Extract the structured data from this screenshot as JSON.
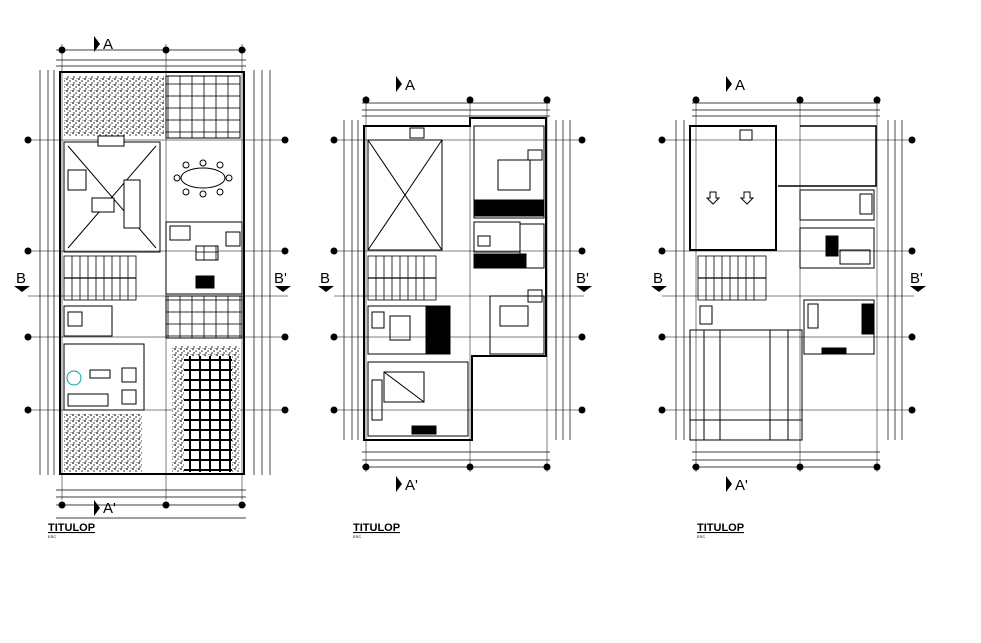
{
  "plans": [
    {
      "id": "plan-1",
      "title": "TITULOP",
      "scale": "ESC",
      "marker_a_top": "A",
      "marker_a_bottom": "A'",
      "marker_b_left": "B",
      "marker_b_right": "B'"
    },
    {
      "id": "plan-2",
      "title": "TITULOP",
      "scale": "ESC",
      "marker_a_top": "A",
      "marker_a_bottom": "A'",
      "marker_b_left": "B",
      "marker_b_right": "B'"
    },
    {
      "id": "plan-3",
      "title": "TITULOP",
      "scale": "ESC",
      "marker_a_top": "A",
      "marker_a_bottom": "A'",
      "marker_b_left": "B",
      "marker_b_right": "B'"
    }
  ],
  "colors": {
    "line": "#000000",
    "hatch": "#333333",
    "accent": "#00a0a0"
  }
}
